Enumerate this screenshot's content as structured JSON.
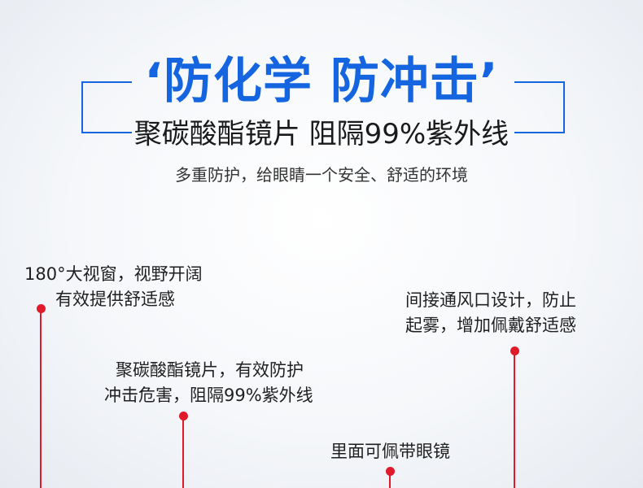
{
  "header": {
    "headline": "‘防化学 防冲击’",
    "subhead": "聚碳酸酯镜片 阻隔99%紫外线",
    "tagline": "多重防护，给眼睛一个安全、舒适的环境"
  },
  "callouts": [
    {
      "line1": "180°大视窗，视野开阔",
      "line2": "有效提供舒适感"
    },
    {
      "line1": "间接通风口设计，防止",
      "line2": "起雾，增加佩戴舒适感"
    },
    {
      "line1": "聚碳酸酯镜片，有效防护",
      "line2": "冲击危害，阻隔99%紫外线"
    },
    {
      "line1": "里面可佩带眼镜"
    }
  ],
  "colors": {
    "accent_blue": "#1565e0",
    "marker_red": "#e01a2b"
  }
}
